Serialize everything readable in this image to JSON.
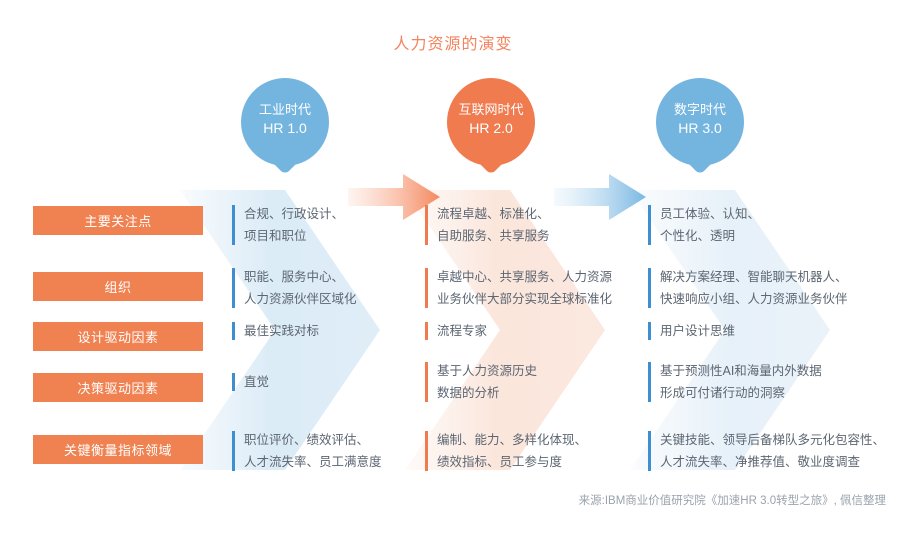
{
  "title": "人力资源的演变",
  "colors": {
    "accent_orange": "#ef7b4f",
    "accent_blue": "#74b5e0",
    "bar_blue": "#3d8fd1",
    "label_bg": "#f08151",
    "body_text": "#5c6672",
    "title_text": "#f4845f",
    "source_text": "#9aa3ad"
  },
  "eras": [
    {
      "name": "工业时代",
      "version": "HR 1.0",
      "color": "#74b5e0",
      "style": "blue"
    },
    {
      "name": "互联网时代",
      "version": "HR 2.0",
      "color": "#ef7b4f",
      "style": "orange"
    },
    {
      "name": "数字时代",
      "version": "HR 3.0",
      "color": "#74b5e0",
      "style": "blue"
    }
  ],
  "row_labels": [
    "主要关注点",
    "组织",
    "设计驱动因素",
    "决策驱动因素",
    "关键衡量指标领域"
  ],
  "matrix": [
    {
      "row": "主要关注点",
      "cells": [
        [
          "合规、行政设计、",
          "项目和职位"
        ],
        [
          "流程卓越、标准化、",
          "自助服务、共享服务"
        ],
        [
          "员工体验、认知、",
          "个性化、透明"
        ]
      ]
    },
    {
      "row": "组织",
      "cells": [
        [
          "职能、服务中心、",
          "人力资源伙伴区域化"
        ],
        [
          "卓越中心、共享服务、人力资源",
          "业务伙伴大部分实现全球标准化"
        ],
        [
          "解决方案经理、智能聊天机器人、",
          "快速响应小组、人力资源业务伙伴"
        ]
      ]
    },
    {
      "row": "设计驱动因素",
      "cells": [
        [
          "最佳实践对标"
        ],
        [
          "流程专家"
        ],
        [
          "用户设计思维"
        ]
      ]
    },
    {
      "row": "决策驱动因素",
      "cells": [
        [
          "直觉"
        ],
        [
          "基于人力资源历史",
          "数据的分析"
        ],
        [
          "基于预测性AI和海量内外数据",
          "形成可付诸行动的洞察"
        ]
      ]
    },
    {
      "row": "关键衡量指标领域",
      "cells": [
        [
          "职位评价、绩效评估、",
          "人才流失率、员工满意度"
        ],
        [
          "编制、能力、多样化体现、",
          "绩效指标、员工参与度"
        ],
        [
          "关键技能、领导后备梯队多元化包容性、",
          "人才流失率、净推荐值、敬业度调查"
        ]
      ]
    }
  ],
  "source": "来源:IBM商业价值研究院《加速HR 3.0转型之旅》, 佩信整理"
}
